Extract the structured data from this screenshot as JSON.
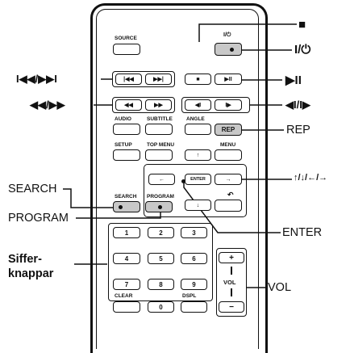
{
  "remote": {
    "source": "SOURCE",
    "power_icon": "I/⏻",
    "audio": "AUDIO",
    "subtitle": "SUBTITLE",
    "angle": "ANGLE",
    "rep": "REP",
    "setup": "SETUP",
    "top_menu": "TOP MENU",
    "menu": "MENU",
    "enter": "ENTER",
    "search": "SEARCH",
    "program": "PROGRAM",
    "clear": "CLEAR",
    "dspl": "DSPL",
    "vol": "VOL",
    "numbers": [
      "1",
      "2",
      "3",
      "4",
      "5",
      "6",
      "7",
      "8",
      "9",
      "0"
    ],
    "vol_plus": "+",
    "vol_minus": "−",
    "btn_prev": "|◀◀",
    "btn_next": "▶▶|",
    "btn_rew": "◀◀",
    "btn_ff": "▶▶",
    "btn_stop": "■",
    "btn_play": "▶II",
    "btn_slow_back": "◀I",
    "btn_slow_fwd": "I▶",
    "arrow_up": "↑",
    "arrow_down": "↓",
    "arrow_left": "←",
    "arrow_right": "→",
    "return_icon": "↶"
  },
  "callouts": {
    "stop": "■",
    "power": "I/⏻",
    "prev_next": "I◀◀/▶▶I",
    "play_pause": "▶II",
    "rew_ff": "◀◀/▶▶",
    "slow": "◀I/I▶",
    "rep": "REP",
    "arrows": "↑/↓/←/→",
    "search": "SEARCH",
    "program": "PROGRAM",
    "enter": "ENTER",
    "siffer_line1": "Siffer-",
    "siffer_line2": "knappar",
    "vol": "VOL"
  }
}
